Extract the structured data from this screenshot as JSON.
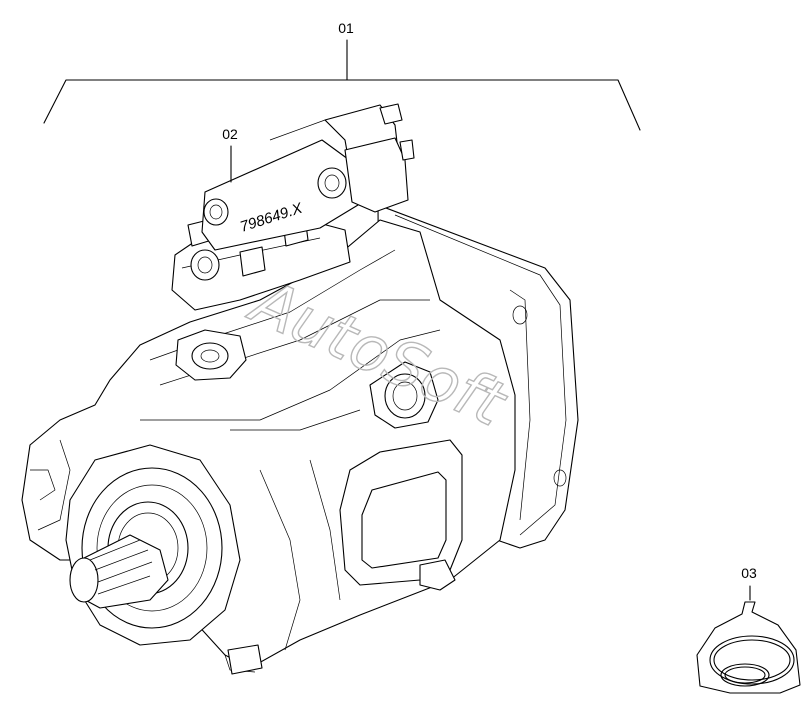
{
  "diagram": {
    "callouts": {
      "assembly": "01",
      "regulator": "02",
      "seal_kit": "03"
    },
    "part_marking": "798649.X",
    "watermark": "AutoSoft",
    "line_color": "#000000",
    "watermark_color": "#b8b8b8"
  }
}
